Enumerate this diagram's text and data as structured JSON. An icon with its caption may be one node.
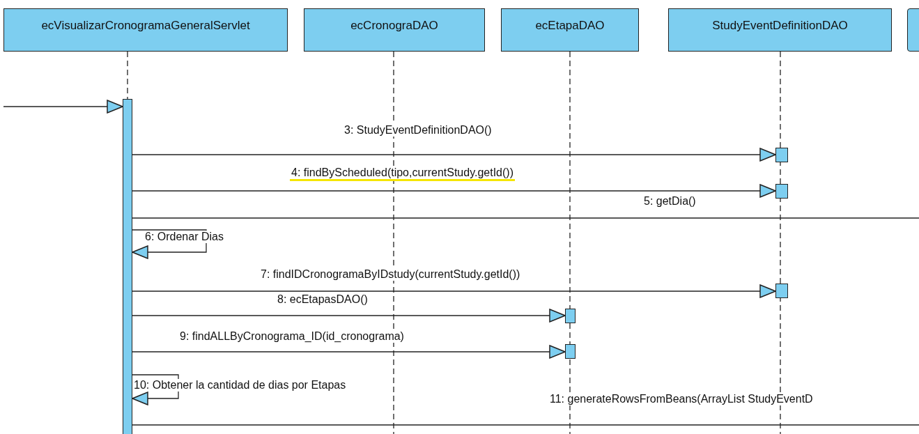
{
  "diagram": {
    "nodes": [
      {
        "text": [
          "ecVisualizarCronogramaGeneralServlet"
        ]
      },
      {
        "text": [
          "ecCronograDAO"
        ]
      },
      {
        "text": [
          "ecEtapaDAO"
        ]
      },
      {
        "text": [
          "StudyEventDefinitionDAO"
        ]
      },
      {
        "text": [],
        "shape": "bar"
      },
      {
        "text": [],
        "shape": "bar"
      },
      {
        "text": [],
        "shape": "bar"
      },
      {
        "text": [],
        "shape": "bar"
      },
      {
        "text": [],
        "shape": "bar"
      },
      {
        "text": [],
        "shape": "bar"
      },
      {
        "text": [],
        "shape": "box"
      }
    ],
    "edges": [
      {
        "from": null,
        "to": 4,
        "arrow": "to"
      },
      {
        "from": 4,
        "to": 5,
        "arrow": "to",
        "label": "3: StudyEventDefinitionDAO()"
      },
      {
        "from": 4,
        "to": 6,
        "arrow": "to",
        "label": "4: findByScheduled(tipo,currentStudy.getId())"
      },
      {
        "from": 4,
        "to": null,
        "arrow": "none",
        "label": "5: getDia()"
      },
      {
        "from": 4,
        "to": 4,
        "arrow": "to",
        "label": "6: Ordenar Dias"
      },
      {
        "from": 4,
        "to": 7,
        "arrow": "to",
        "label": "7: findIDCronogramaByIDstudy(currentStudy.getId())"
      },
      {
        "from": 4,
        "to": 8,
        "arrow": "to",
        "label": "8: ecEtapasDAO()"
      },
      {
        "from": 4,
        "to": 9,
        "arrow": "to",
        "label": "9: findALLByCronograma_ID(id_cronograma)"
      },
      {
        "from": 4,
        "to": 4,
        "arrow": "to",
        "label": "10: Obtener la cantidad de dias por Etapas"
      },
      {
        "from": 4,
        "to": null,
        "arrow": "none",
        "label": "11: generateRowsFromBeans(ArrayList StudyEventD"
      },
      {
        "from": 0,
        "to": 4,
        "arrow": "none",
        "style": "dashed"
      }
    ]
  }
}
